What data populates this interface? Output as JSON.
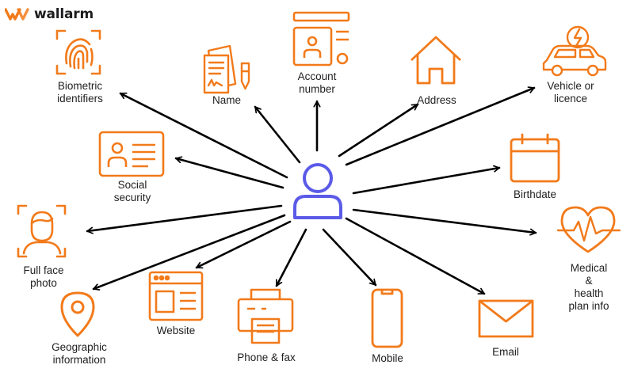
{
  "brand": {
    "name": "wallarm",
    "accent": "#F27A1A"
  },
  "colors": {
    "icon": "#F27A1A",
    "center": "#5B5BE8",
    "arrow": "#000000",
    "text": "#1f1f1f"
  },
  "center": {
    "icon": "user-icon"
  },
  "items": [
    {
      "id": "biometric",
      "label": "Biometric\nidentifiers",
      "icon": "fingerprint-icon"
    },
    {
      "id": "name",
      "label": "Name",
      "icon": "document-pen-icon"
    },
    {
      "id": "account",
      "label": "Account\nnumber",
      "icon": "id-card-icon"
    },
    {
      "id": "address",
      "label": "Address",
      "icon": "house-icon"
    },
    {
      "id": "vehicle",
      "label": "Vehicle or\nlicence",
      "icon": "electric-car-icon"
    },
    {
      "id": "social",
      "label": "Social\nsecurity",
      "icon": "social-security-card-icon"
    },
    {
      "id": "birthdate",
      "label": "Birthdate",
      "icon": "calendar-icon"
    },
    {
      "id": "facephoto",
      "label": "Full face\nphoto",
      "icon": "face-scan-icon"
    },
    {
      "id": "medical",
      "label": "Medical &\nhealth plan info",
      "icon": "heart-pulse-icon"
    },
    {
      "id": "geo",
      "label": "Geographic\ninformation",
      "icon": "map-pin-icon"
    },
    {
      "id": "website",
      "label": "Website",
      "icon": "browser-window-icon"
    },
    {
      "id": "phonefax",
      "label": "Phone & fax",
      "icon": "fax-icon"
    },
    {
      "id": "mobile",
      "label": "Mobile",
      "icon": "smartphone-icon"
    },
    {
      "id": "email",
      "label": "Email",
      "icon": "envelope-icon"
    }
  ]
}
